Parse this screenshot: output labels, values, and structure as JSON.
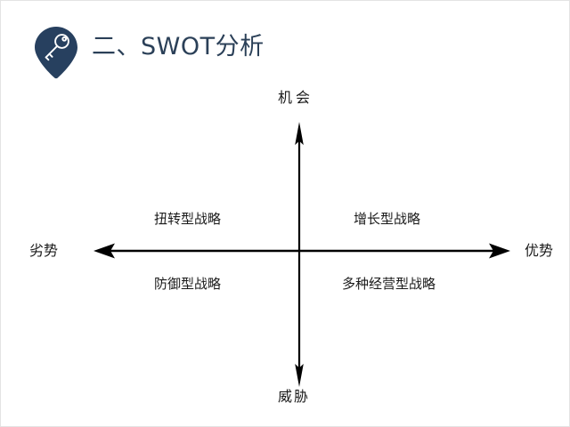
{
  "slide": {
    "background_color": "#ffffff",
    "border_color": "#e3e3e3"
  },
  "header": {
    "title": "二、SWOT分析",
    "title_color": "#2b4058",
    "icon_name": "key-pin-icon",
    "icon_fill": "#27405f",
    "icon_glyph_color": "#ffffff"
  },
  "chart_data": {
    "type": "scatter",
    "title": "二、SWOT分析",
    "xlabel": "",
    "ylabel": "",
    "grid": false,
    "legend": null,
    "axis_color": "#000000",
    "axes": {
      "horizontal": {
        "negative_label": "劣势",
        "positive_label": "优势",
        "arrows": "both"
      },
      "vertical": {
        "negative_label": "威胁",
        "positive_label": "机会",
        "arrows": "both"
      }
    },
    "quadrants": [
      {
        "position": "top-left",
        "label": "扭转型战略"
      },
      {
        "position": "top-right",
        "label": "增长型战略"
      },
      {
        "position": "bottom-left",
        "label": "防御型战略"
      },
      {
        "position": "bottom-right",
        "label": "多种经营型战略"
      }
    ]
  },
  "diagram": {
    "axis_labels": {
      "top": "机会",
      "bottom": "威胁",
      "left": "劣势",
      "right": "优势"
    },
    "quadrant_labels": {
      "top_left": "扭转型战略",
      "top_right": "增长型战略",
      "bottom_left": "防御型战略",
      "bottom_right": "多种经营型战略"
    }
  }
}
